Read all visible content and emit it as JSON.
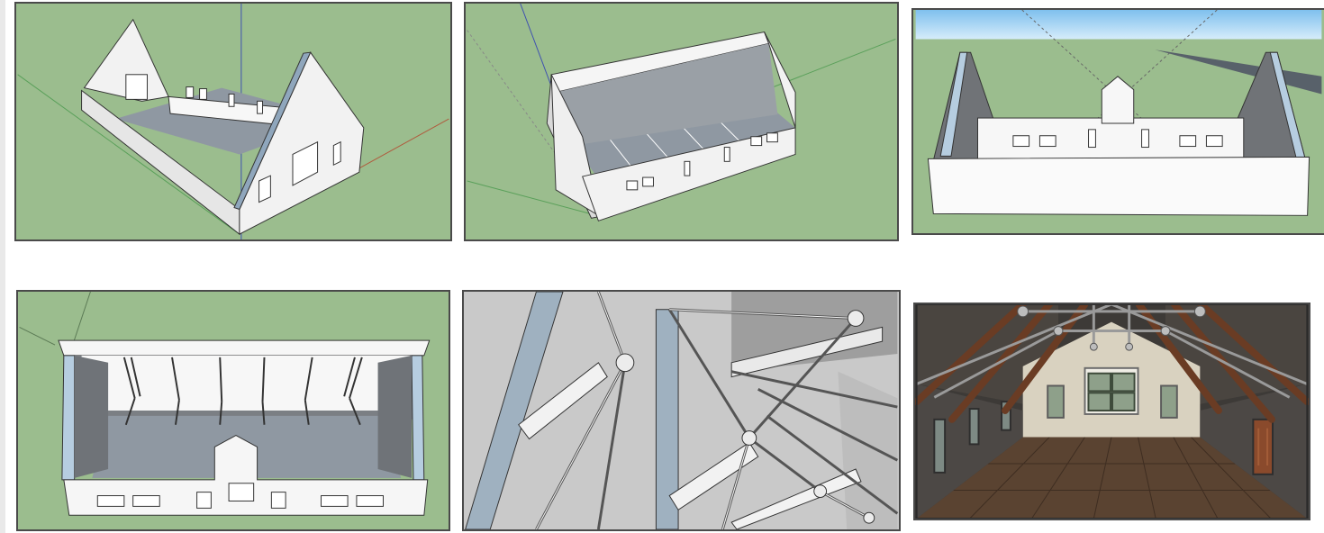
{
  "gallery": {
    "panels": [
      {
        "id": "p1",
        "icon": "building-shell-front-view"
      },
      {
        "id": "p2",
        "icon": "building-shell-rear-view"
      },
      {
        "id": "p3",
        "icon": "building-shell-elevation-view"
      },
      {
        "id": "p4",
        "icon": "building-roof-trusses-view"
      },
      {
        "id": "p5",
        "icon": "truss-detail-closeup"
      },
      {
        "id": "p6",
        "icon": "rendered-attic-interior"
      }
    ]
  },
  "colors": {
    "ground": "#9bbd8e",
    "wall": "#f2f2f2",
    "floor": "#8f98a2",
    "sky": "#a7d3f2",
    "frame": "#4a4a4a",
    "wood_floor": "#5a4331",
    "brick": "#d9d2c0",
    "rafter": "#6a3c24"
  }
}
